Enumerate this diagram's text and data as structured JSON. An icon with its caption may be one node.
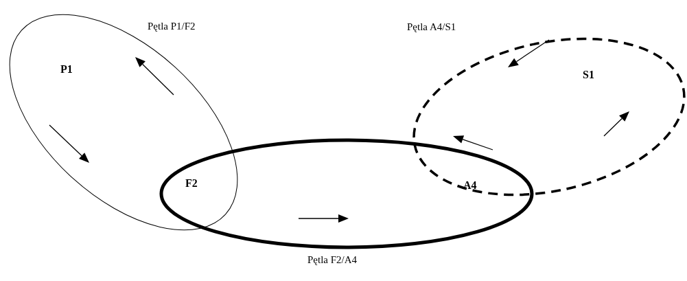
{
  "diagram": {
    "nodes": [
      {
        "text": [
          "Pętla P1/F2"
        ]
      },
      {
        "text": [
          "Pętla F2/A4"
        ]
      },
      {
        "text": [
          "Pętla A4/S1"
        ]
      }
    ],
    "edges": [],
    "labels": [
      "P1",
      "F2",
      "A4",
      "S1"
    ]
  }
}
